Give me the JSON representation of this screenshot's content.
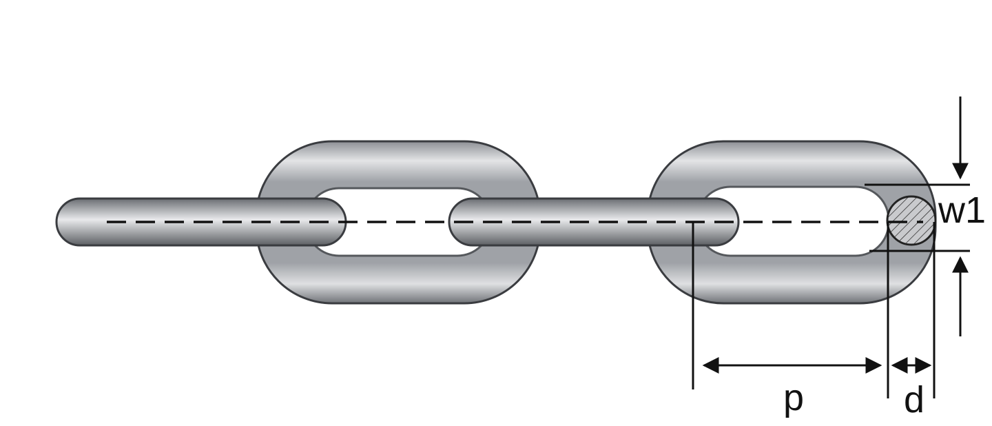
{
  "diagram": {
    "subject": "chain",
    "labels": {
      "pitch": "p",
      "diameter": "d",
      "width": "w1"
    },
    "colors": {
      "background": "#ffffff",
      "link_dark": "#5f6266",
      "link_mid": "#a3a6ab",
      "link_light": "#e6e7e9",
      "outline": "#3a3c40",
      "dimension_lines": "#111111"
    }
  }
}
